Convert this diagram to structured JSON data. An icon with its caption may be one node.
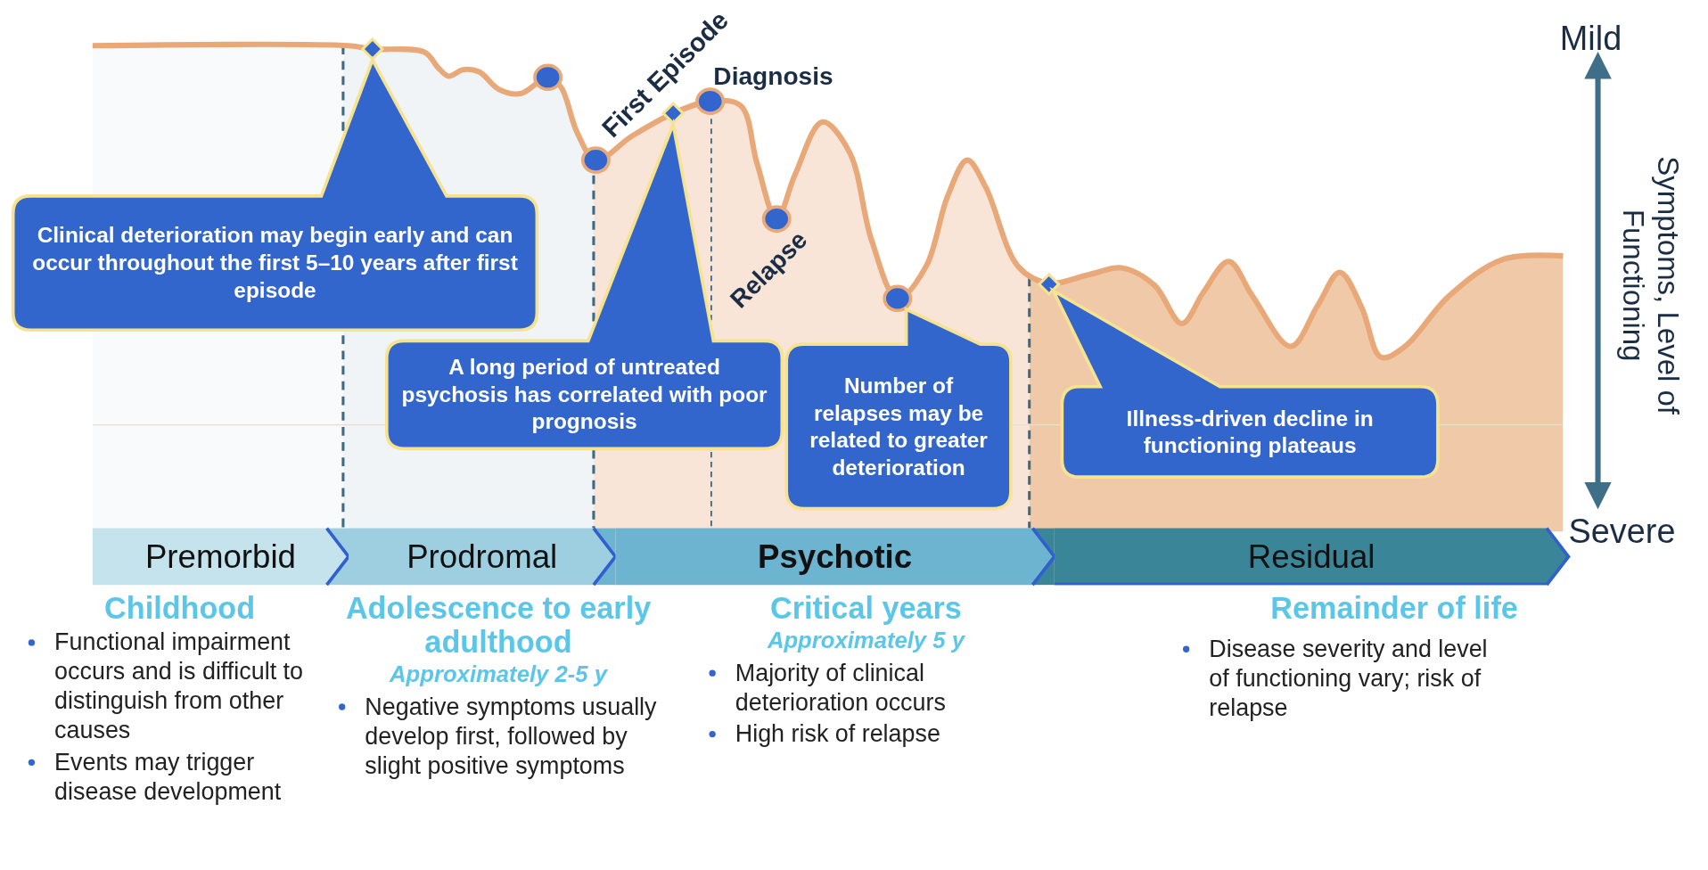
{
  "diagram": {
    "nodes": [
      {
        "text": [
          "Clinical deterioration may begin early and can occur throughout the first 5–10 years after first episode"
        ]
      },
      {
        "text": [
          "A long period of untreated psychosis has correlated with poor prognosis"
        ]
      },
      {
        "text": [
          "Number of relapses may be related to greater deterioration"
        ]
      },
      {
        "text": [
          "Illness-driven decline in functioning plateaus"
        ]
      },
      {
        "text": [
          "Premorbid"
        ]
      },
      {
        "text": [
          "Prodromal"
        ]
      },
      {
        "text": [
          "Psychotic"
        ]
      },
      {
        "text": [
          "Residual"
        ]
      }
    ],
    "labels": [
      "First Episode",
      "Diagnosis",
      "Relapse",
      "Mild",
      "Symptoms, Level of Functioning",
      "Severe",
      "Childhood",
      "Functional impairment occurs and is difficult to distinguish from other causes",
      "Events may trigger disease development",
      "Adolescence to early adulthood",
      "Approximately 2-5 y",
      "Negative symptoms usually develop first, followed by slight positive symptoms",
      "Critical years",
      "Approximately 5 y",
      "Majority of clinical deterioration occurs",
      "High risk of relapse",
      "Remainder of life",
      "Disease severity and level of functioning vary; risk of relapse"
    ]
  }
}
